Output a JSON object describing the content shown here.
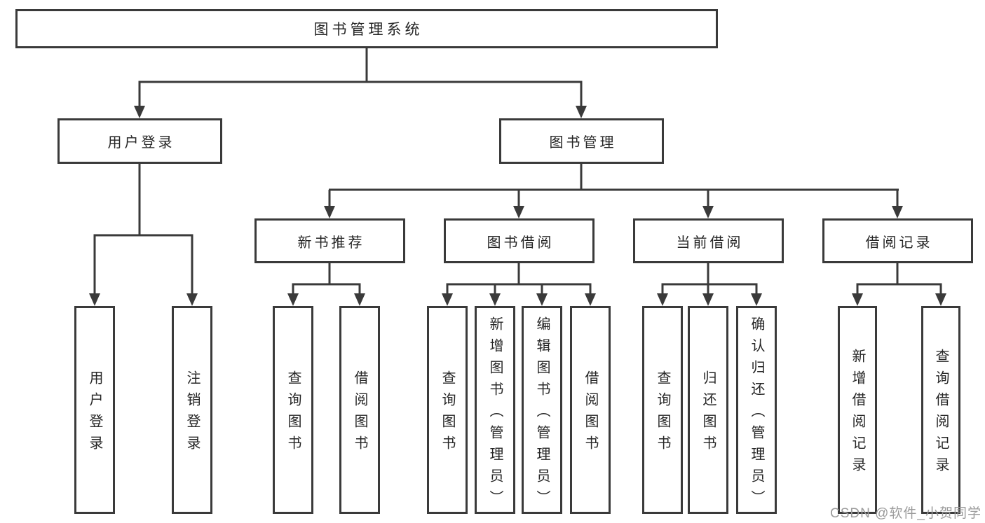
{
  "tree": {
    "root": {
      "label": "图书管理系统"
    },
    "branches": [
      {
        "label": "用户登录",
        "children": [
          {
            "label": "用户登录"
          },
          {
            "label": "注销登录"
          }
        ]
      },
      {
        "label": "图书管理",
        "children": [
          {
            "label": "新书推荐",
            "children": [
              {
                "label": "查询图书"
              },
              {
                "label": "借阅图书"
              }
            ]
          },
          {
            "label": "图书借阅",
            "children": [
              {
                "label": "查询图书"
              },
              {
                "label": "新增图书（管理员）"
              },
              {
                "label": "编辑图书（管理员）"
              },
              {
                "label": "借阅图书"
              }
            ]
          },
          {
            "label": "当前借阅",
            "children": [
              {
                "label": "查询图书"
              },
              {
                "label": "归还图书"
              },
              {
                "label": "确认归还（管理员）"
              }
            ]
          },
          {
            "label": "借阅记录",
            "children": [
              {
                "label": "新增借阅记录"
              },
              {
                "label": "查询借阅记录"
              }
            ]
          }
        ]
      }
    ]
  },
  "watermark": {
    "text": "CSDN @软件_小贺同学"
  },
  "colors": {
    "line": "#3a3a3a",
    "box-border": "#3a3a3a",
    "box-fill": "#ffffff",
    "text": "#262626",
    "watermark": "#9b9b9b",
    "background": "#ffffff"
  }
}
